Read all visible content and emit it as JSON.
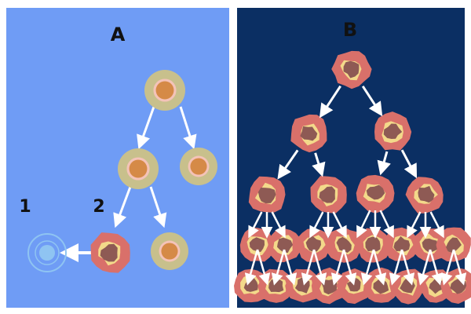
{
  "panels": {
    "a": {
      "label": "A",
      "background": "#6f9cf5"
    },
    "b": {
      "label": "B",
      "background": "#0b2f63"
    }
  },
  "markers": {
    "one": "1",
    "two": "2"
  },
  "colors": {
    "normal_cell_outer": "#c8c08c",
    "normal_cell_ring": "#f4c3b8",
    "normal_cell_nucleus": "#d58a47",
    "cancer_cell_body": "#d9706a",
    "cancer_cell_ring": "#f3d98a",
    "cancer_cell_nucleus": "#8e5a54",
    "dead_cell": "#8fc4f2",
    "arrow": "#ffffff"
  },
  "icons": {
    "normal_cell": "normal-cell-icon",
    "cancer_cell": "cancer-cell-icon",
    "dead_cell": "apoptotic-cell-icon",
    "arrow": "arrow-icon"
  }
}
